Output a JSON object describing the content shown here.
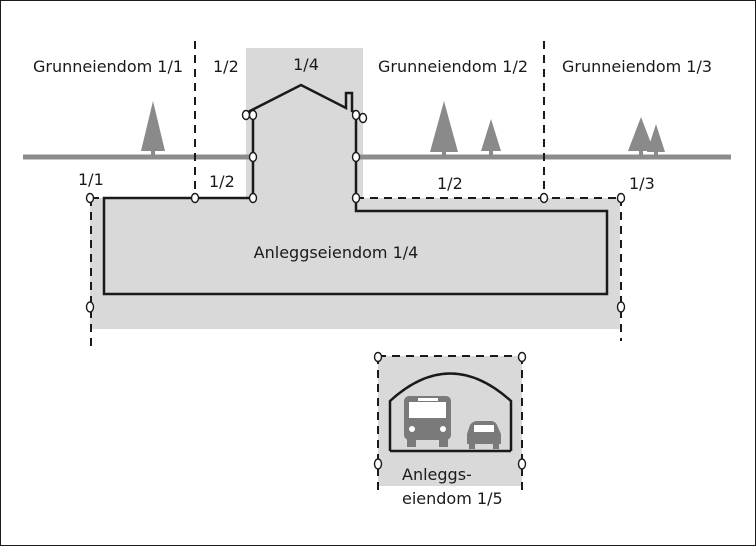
{
  "top_labels": {
    "grunn_1_1": "Grunneiendom 1/1",
    "left_1_2": "1/2",
    "center_1_4": "1/4",
    "grunn_1_2": "Grunneiendom 1/2",
    "grunn_1_3": "Grunneiendom 1/3"
  },
  "below_ground_labels": {
    "p1_1": "1/1",
    "p1_2_left": "1/2",
    "p1_2_right": "1/2",
    "p1_3": "1/3"
  },
  "anlegg_1_4": "Anleggseiendom 1/4",
  "anlegg_1_5": {
    "line1": "Anleggs-",
    "line2": "eiendom 1/5"
  },
  "colors": {
    "shade": "#d9d9d9",
    "ground": "#8c8c8c",
    "line": "#1a1a1a",
    "tree": "#8a8a8a"
  },
  "icons": [
    "tree-icon",
    "house-icon",
    "bus-icon",
    "car-icon",
    "tunnel-icon"
  ]
}
